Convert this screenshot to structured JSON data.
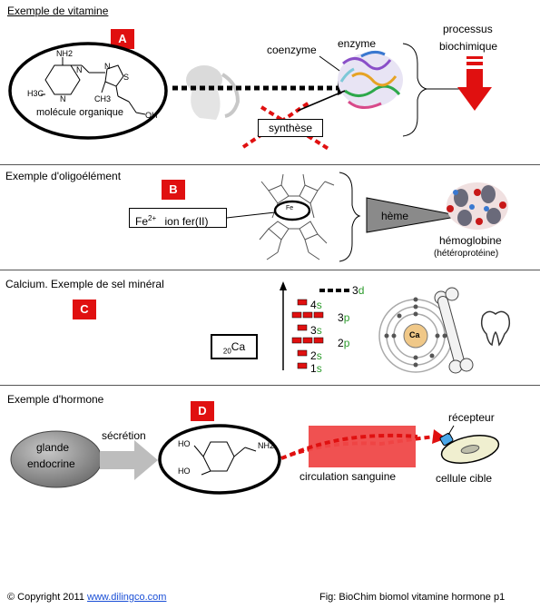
{
  "sections": {
    "vitamin": {
      "title": "Exemple de vitamine",
      "badge": "A",
      "molecule_label": "molécule organique",
      "atoms": {
        "nh2": "NH2",
        "h3c": "H3C",
        "n1": "N",
        "n2": "N",
        "n3": "N",
        "s": "S",
        "ch3": "CH3",
        "oh": "OH"
      },
      "coenzyme": "coenzyme",
      "enzyme": "enzyme",
      "synthese": "synthèse",
      "process_line1": "processus",
      "process_line2": "biochimique"
    },
    "oligo": {
      "title": "Exemple d'oligoélément",
      "badge": "B",
      "ion_symbol": "Fe",
      "ion_charge": "2+",
      "ion_name": "ion fer(II)",
      "heme": "hème",
      "hemoglobin": "hémoglobine",
      "heteroprotein": "(hétéroprotéine)",
      "center": "Fe"
    },
    "calcium": {
      "title": "Calcium. Exemple de sel minéral",
      "badge": "C",
      "ca_sub": "20",
      "ca_symbol": "Ca",
      "atom_center": "Ca",
      "levels": [
        {
          "n": "3",
          "l": "d"
        },
        {
          "n": "4",
          "l": "s"
        },
        {
          "n": "3",
          "l": "p"
        },
        {
          "n": "3",
          "l": "s"
        },
        {
          "n": "2",
          "l": "p"
        },
        {
          "n": "2",
          "l": "s"
        },
        {
          "n": "1",
          "l": "s"
        }
      ]
    },
    "hormone": {
      "title": "Exemple d'hormone",
      "badge": "D",
      "gland_line1": "glande",
      "gland_line2": "endocrine",
      "secretion": "sécrétion",
      "atoms": {
        "ho1": "HO",
        "ho2": "HO",
        "nh2": "NH2"
      },
      "circulation": "circulation sanguine",
      "receptor": "récepteur",
      "target_cell": "cellule cible"
    }
  },
  "footer": {
    "copyright_symbol": "©",
    "copyright_text": "Copyright 2011",
    "link": "www.dilingco.com",
    "fig": "Fig: BioChim biomol vitamine hormone p1"
  },
  "colors": {
    "accent_red": "#e01010",
    "level_green": "#2a9a2a",
    "link_blue": "#1a4fd6"
  }
}
